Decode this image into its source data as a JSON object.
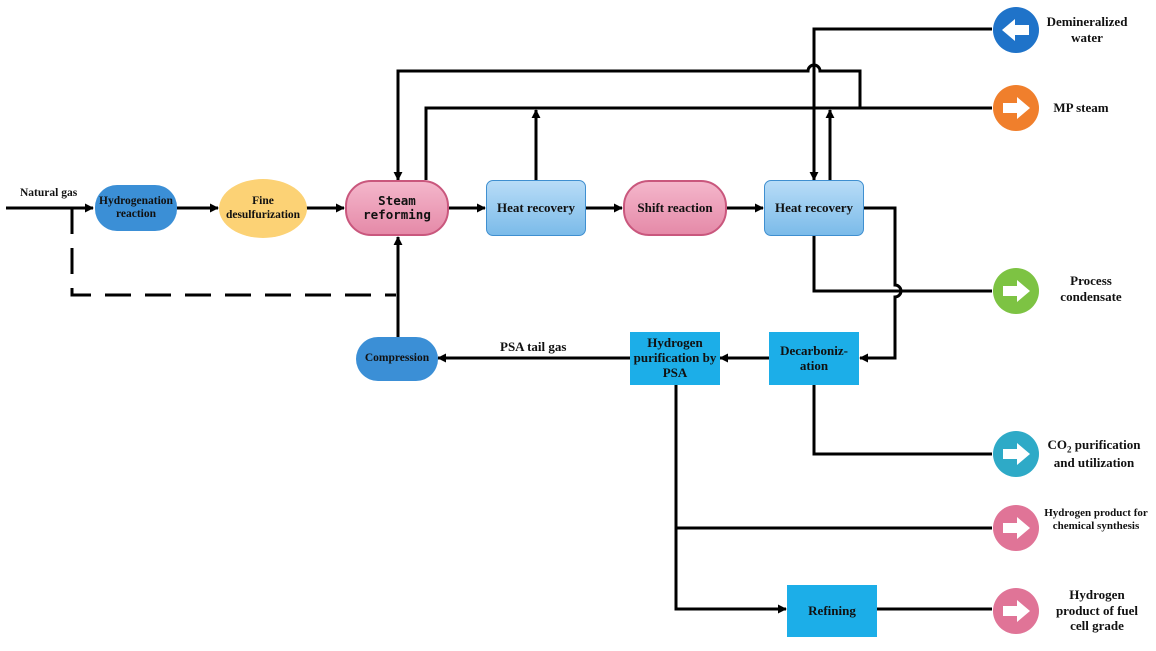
{
  "nodes": {
    "hydrogenation": "Hydrogenation reaction",
    "fine_desulfurization": "Fine desulfurization",
    "steam_reforming": "Steam reforming",
    "heat_recovery_1": "Heat recovery",
    "shift_reaction": "Shift reaction",
    "heat_recovery_2": "Heat recovery",
    "decarbonization": "Decarboniz-ation",
    "psa": "Hydrogen purification by PSA",
    "compression": "Compression",
    "refining": "Refining"
  },
  "labels": {
    "natural_gas": "Natural gas",
    "psa_tail_gas": "PSA tail gas"
  },
  "outputs": {
    "demineralized_water": "Demineralized water",
    "mp_steam": "MP steam",
    "process_condensate": "Process condensate",
    "co2_prefix": "CO",
    "co2_sub": "2",
    "co2_suffix": " purification and utilization",
    "hydrogen_chemical": "Hydrogen product for chemical synthesis",
    "hydrogen_fuel_cell": "Hydrogen product of fuel cell grade"
  },
  "colors": {
    "demineralized_water": "#1f73c9",
    "mp_steam": "#f07f2c",
    "process_condensate": "#7dc343",
    "co2": "#2eaac7",
    "hydrogen": "#e07497"
  }
}
